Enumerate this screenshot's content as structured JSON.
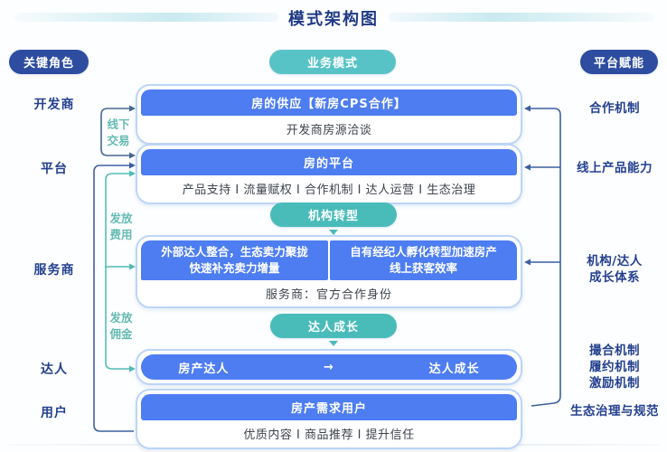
{
  "title": "模式架构图",
  "headers": {
    "left": "关键角色",
    "center": "业务模式",
    "right": "平台赋能"
  },
  "roles": {
    "developer": "开发商",
    "platform": "平台",
    "service_provider": "服务商",
    "talent": "达人",
    "user": "用户"
  },
  "connector_labels": {
    "offline": {
      "line1": "线下",
      "line2": "交易"
    },
    "fee": {
      "line1": "发放",
      "line2": "费用"
    },
    "commission": {
      "line1": "发放",
      "line2": "佣金"
    }
  },
  "boxes": {
    "supply": {
      "header": "房的供应【新房CPS合作】",
      "body": "开发商房源洽谈"
    },
    "platform": {
      "header": "房的平台",
      "body": "产品支持 I 流量赋权 I 合作机制 I 达人运营 I 生态治理"
    },
    "agency_transform_pill": "机构转型",
    "agency": {
      "left_cell": {
        "line1": "外部达人整合，生态卖力聚拢",
        "line2": "快速补充卖力增量"
      },
      "right_cell": {
        "line1": "自有经纪人孵化转型加速房产",
        "line2": "线上获客效率"
      },
      "footer": "服务商：官方合作身份"
    },
    "talent_growth_pill": "达人成长",
    "talent": {
      "left": "房产达人",
      "arrow": "→",
      "right": "达人成长"
    },
    "user": {
      "header": "房产需求用户",
      "body": "优质内容 I 商品推荐 I 提升信任"
    }
  },
  "empowerments": {
    "cooperation": "合作机制",
    "online_product": "线上产品能力",
    "growth": {
      "line1": "机构/达人",
      "line2": "成长体系"
    },
    "mechanisms": {
      "line1": "撮合机制",
      "line2": "履约机制",
      "line3": "激励机制"
    },
    "governance": "生态治理与规范"
  },
  "colors": {
    "navy_pill": "#2e4da0",
    "panel_blue": "#4d7df1",
    "teal_pill": "#58c3c6",
    "panel_border": "#bdd5f7",
    "label_navy": "#24408f",
    "teal_text": "#64bab3",
    "connector_navy": "#3c5f9f",
    "connector_slate": "#46688f"
  }
}
